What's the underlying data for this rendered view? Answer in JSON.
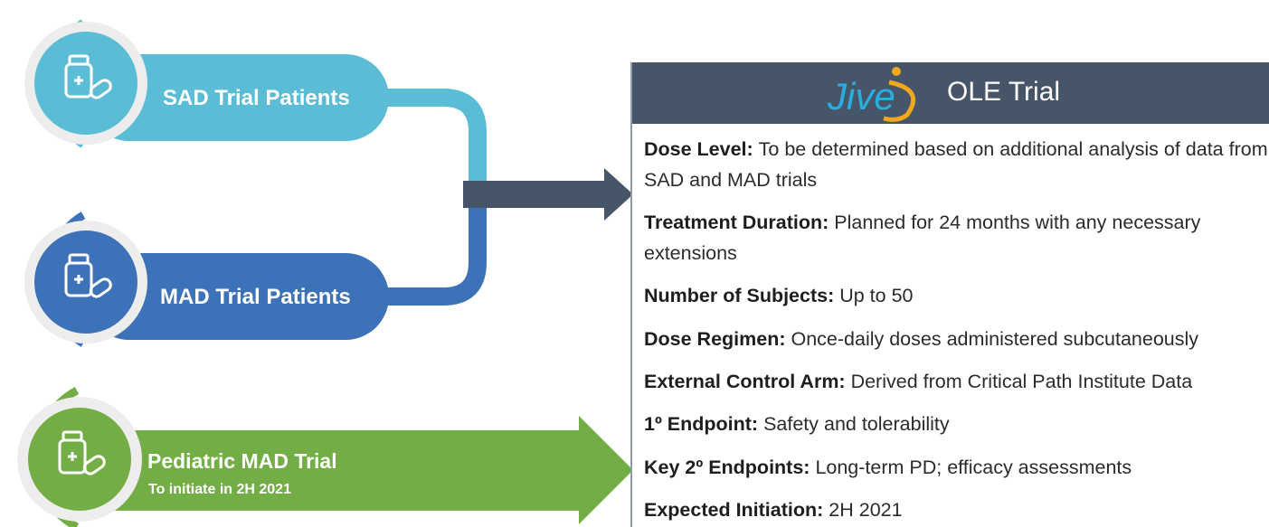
{
  "trials": [
    {
      "label": "SAD Trial Patients",
      "sub": "",
      "color": "#5bbcd6"
    },
    {
      "label": "MAD Trial Patients",
      "sub": "",
      "color": "#3d72b8"
    },
    {
      "label": "Pediatric MAD Trial",
      "sub": "To initiate in 2H 2021",
      "color": "#72ad45"
    }
  ],
  "ole": {
    "logo_text": "Jive",
    "title": "OLE Trial",
    "header_color": "#475569",
    "rows": [
      {
        "label": "Dose Level:",
        "text": "To be determined based on additional analysis of data from SAD and MAD trials"
      },
      {
        "label": "Treatment Duration:",
        "text": "Planned for 24 months with any necessary extensions"
      },
      {
        "label": "Number of Subjects:",
        "text": "Up to 50"
      },
      {
        "label": "Dose Regimen:",
        "text": "Once-daily doses administered subcutaneously"
      },
      {
        "label": "External Control Arm:",
        "text": "Derived from Critical Path Institute Data"
      },
      {
        "label": "1º Endpoint:",
        "text": "Safety and tolerability"
      },
      {
        "label": "Key 2º Endpoints:",
        "text": "Long-term PD; efficacy assessments"
      },
      {
        "label": "Expected Initiation:",
        "text": "2H 2021"
      }
    ]
  }
}
